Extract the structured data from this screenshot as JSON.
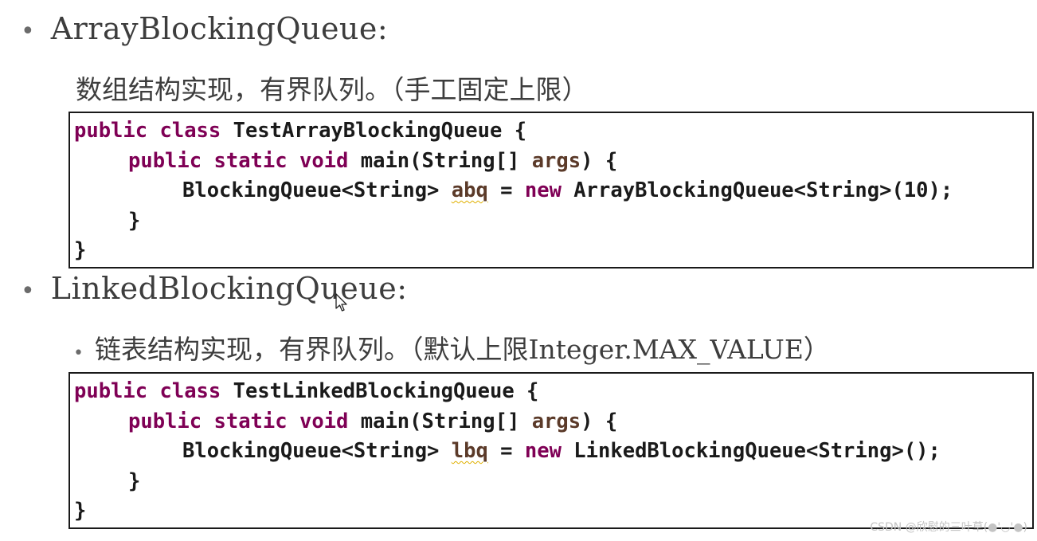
{
  "section1": {
    "bullet": "•",
    "heading": "ArrayBlockingQueue:",
    "description": "数组结构实现，有界队列。（手工固定上限）",
    "code": {
      "line1": {
        "kw1": "public",
        "kw2": "class",
        "rest": " TestArrayBlockingQueue {"
      },
      "line2": {
        "kw1": "public",
        "kw2": "static",
        "kw3": "void",
        "mid": " main(String[] ",
        "arg": "args",
        "rest": ") {"
      },
      "line3": {
        "type": "BlockingQueue<String> ",
        "var": "abq",
        "eq": " = ",
        "kw": "new",
        "rest": " ArrayBlockingQueue<String>(10);"
      },
      "line4": "}",
      "line5": "}"
    }
  },
  "section2": {
    "bullet": "•",
    "heading": "LinkedBlockingQueue:",
    "sub_bullet": "•",
    "description": "链表结构实现，有界队列。（默认上限Integer.MAX_VALUE）",
    "code": {
      "line1": {
        "kw1": "public",
        "kw2": "class",
        "rest": " TestLinkedBlockingQueue {"
      },
      "line2": {
        "kw1": "public",
        "kw2": "static",
        "kw3": "void",
        "mid": " main(String[] ",
        "arg": "args",
        "rest": ") {"
      },
      "line3": {
        "type": "BlockingQueue<String> ",
        "var": "lbq",
        "eq": " = ",
        "kw": "new",
        "rest": " LinkedBlockingQueue<String>();"
      },
      "line4": "}",
      "line5": "}"
    }
  },
  "watermark": "CSDN @欣慰的三叶草(●'◡'●)",
  "icons": {
    "cursor": "mouse-pointer-icon"
  }
}
